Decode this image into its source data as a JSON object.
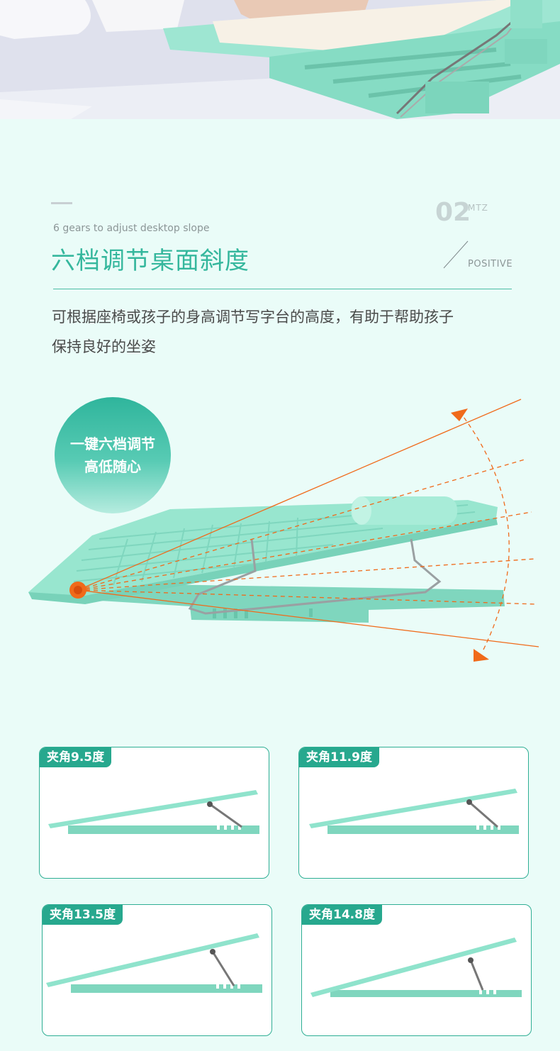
{
  "section": {
    "number": "02",
    "number_suffix": "MTZ",
    "positive_label": "POSITIVE",
    "subtitle_en": "6 gears to adjust desktop slope",
    "title_zh": "六档调节桌面斜度",
    "description_lines": [
      "可根据座椅或孩子的身高调节写字台的高度，有助于帮助孩子",
      "保持良好的坐姿"
    ]
  },
  "badge": {
    "line1": "一键六档调节",
    "line2": "高低随心"
  },
  "colors": {
    "accent": "#35b79d",
    "board": "#8fe3cc",
    "board_dark": "#6ccdb2",
    "arrow": "#f06a1a",
    "background": "#eafcf8"
  },
  "angle_cards": [
    {
      "label": "夹角9.5度",
      "angle_deg": 9.5
    },
    {
      "label": "夹角11.9度",
      "angle_deg": 11.9
    },
    {
      "label": "夹角13.5度",
      "angle_deg": 13.5
    },
    {
      "label": "夹角14.8度",
      "angle_deg": 14.8
    }
  ]
}
